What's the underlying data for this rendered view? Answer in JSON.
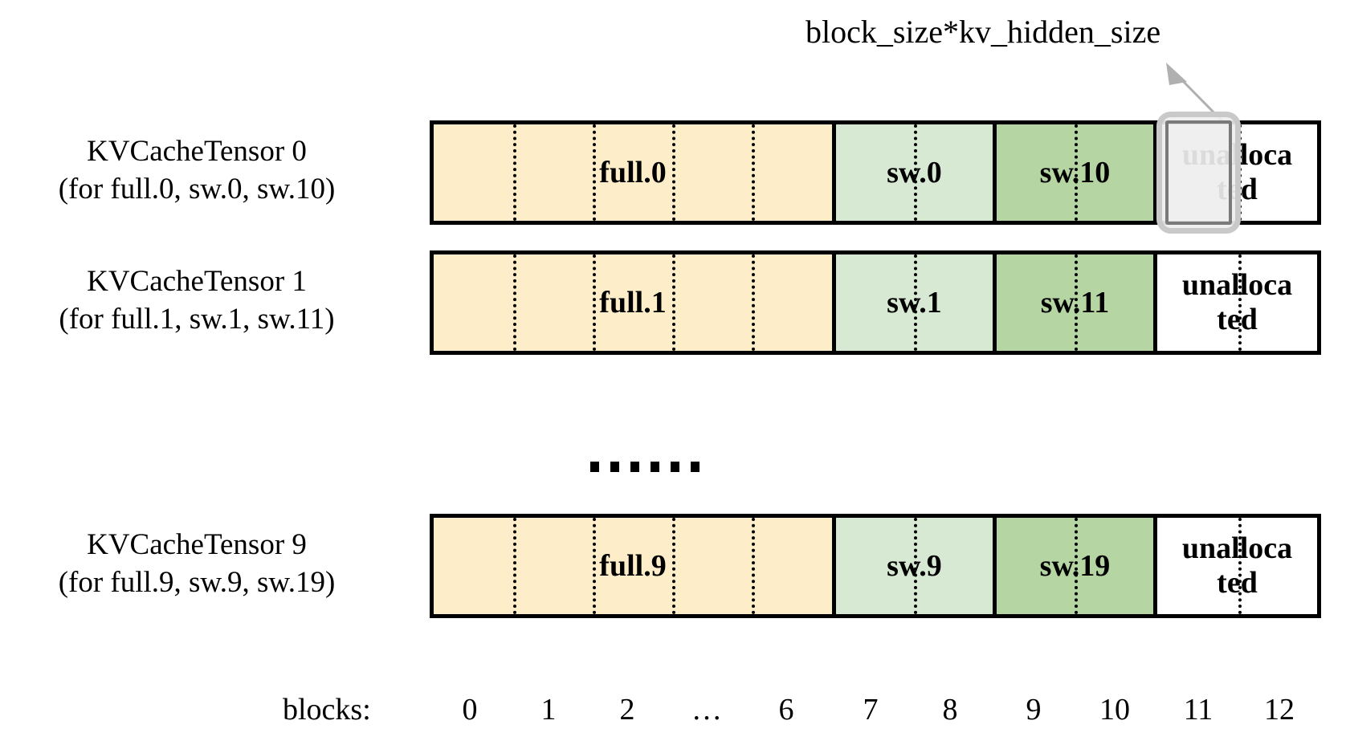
{
  "callout": {
    "label": "block_size*kv_hidden_size",
    "arrow_icon": "arrow-up-left-icon",
    "highlight_target": "unallocated-block-11"
  },
  "colors": {
    "full_fill": "#fdeec9",
    "sw_light_fill": "#d7e9d3",
    "sw_dark_fill": "#b5d5a3",
    "unallocated_fill": "#ffffff",
    "border": "#000000",
    "highlight_border": "#c9c9c9",
    "highlight_inner_border": "#7a7a7a",
    "highlight_fill": "#eeeeee"
  },
  "rows": [
    {
      "title": "KVCacheTensor 0",
      "subtitle": "(for full.0, sw.0, sw.10)",
      "segments": [
        {
          "label": "full.0",
          "kind": "full",
          "blocks": 7,
          "dividers": 4
        },
        {
          "label": "sw.0",
          "kind": "sw-light",
          "blocks": 2,
          "dividers": 1
        },
        {
          "label": "sw.10",
          "kind": "sw-dark",
          "blocks": 2,
          "dividers": 1
        },
        {
          "label": "unalloca\nted",
          "kind": "unallocated",
          "blocks": 2,
          "dividers": 1
        }
      ]
    },
    {
      "title": "KVCacheTensor 1",
      "subtitle": "(for full.1, sw.1, sw.11)",
      "segments": [
        {
          "label": "full.1",
          "kind": "full",
          "blocks": 7,
          "dividers": 4
        },
        {
          "label": "sw.1",
          "kind": "sw-light",
          "blocks": 2,
          "dividers": 1
        },
        {
          "label": "sw.11",
          "kind": "sw-dark",
          "blocks": 2,
          "dividers": 1
        },
        {
          "label": "unalloca\nted",
          "kind": "unallocated",
          "blocks": 2,
          "dividers": 1
        }
      ]
    },
    {
      "title": "KVCacheTensor 9",
      "subtitle": "(for full.9, sw.9, sw.19)",
      "segments": [
        {
          "label": "full.9",
          "kind": "full",
          "blocks": 7,
          "dividers": 4
        },
        {
          "label": "sw.9",
          "kind": "sw-light",
          "blocks": 2,
          "dividers": 1
        },
        {
          "label": "sw.19",
          "kind": "sw-dark",
          "blocks": 2,
          "dividers": 1
        },
        {
          "label": "unalloca\nted",
          "kind": "unallocated",
          "blocks": 2,
          "dividers": 1
        }
      ]
    }
  ],
  "ellipsis": {
    "text": "......",
    "dot_count": 6
  },
  "axis": {
    "caption": "blocks:",
    "ticks": [
      "0",
      "1",
      "2",
      "…",
      "6",
      "7",
      "8",
      "9",
      "10",
      "11",
      "12"
    ]
  }
}
